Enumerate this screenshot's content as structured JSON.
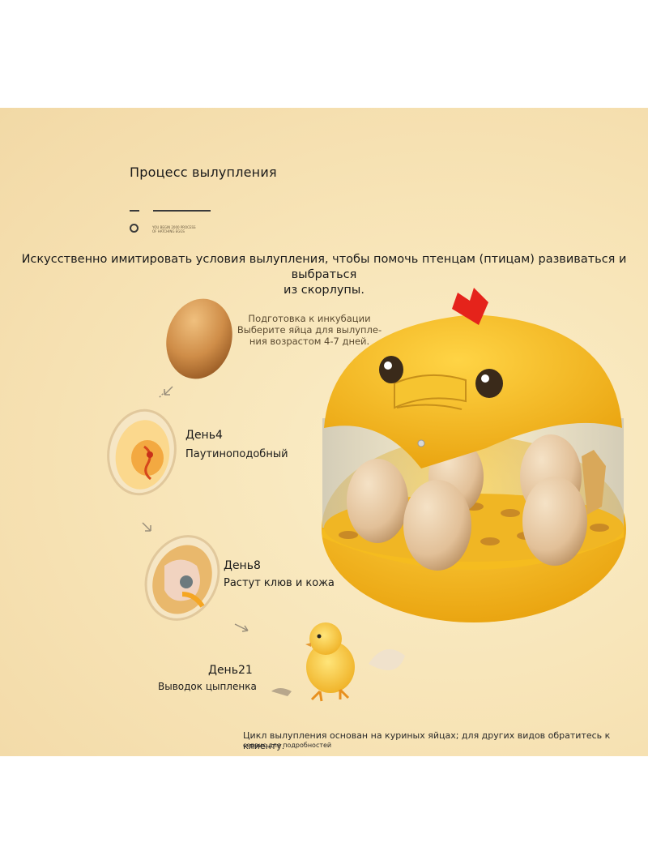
{
  "title": "Процесс вылупления",
  "title_small_text": "YOU BEGIN 2000 PROCESS OF HATCHING EGGS",
  "intro": {
    "line1": "Искусственно имитировать условия вылупления, чтобы помочь птенцам (птицам) развиваться и выбраться",
    "line2": "из скорлупы."
  },
  "prep": {
    "line1": "Подготовка к инкубации",
    "line2": "Выберите яйца для вылупле-",
    "line3": "ния возрастом 4-7 дней."
  },
  "steps": [
    {
      "day": "День4",
      "desc": "Паутиноподобный"
    },
    {
      "day": "День8",
      "desc": "Растут клюв и кожа"
    },
    {
      "day": "День21",
      "desc": "Выводок цыпленка"
    }
  ],
  "footnote": {
    "line1": "Цикл вылупления основан на куриных яйцах; для других видов обратитесь к клиенту.",
    "line2": "сервис для подробностей"
  },
  "colors": {
    "background": "#f7e3b5",
    "incubator_yellow": "#f5bd1f",
    "comb_red": "#e5231b",
    "egg_brown": "#c98a4a"
  },
  "icons": [
    "egg-icon",
    "arrow-down-icon",
    "chick-icon",
    "incubator-icon"
  ]
}
